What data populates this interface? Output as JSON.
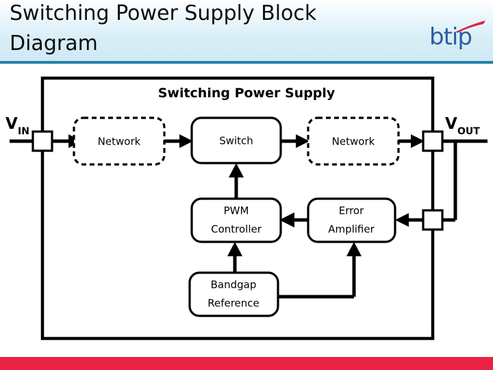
{
  "header": {
    "title": "Switching Power Supply Block Diagram",
    "rule_color": "#2480a8"
  },
  "logo": {
    "text": "btip",
    "text_color": "#2a5f9e",
    "swoosh_color": "#d32a45",
    "swoosh_icon": "swoosh-icon"
  },
  "footer": {
    "bar_color": "#ea2245"
  },
  "diagram": {
    "title": "Switching Power Supply",
    "rails": {
      "input_label": "V",
      "input_sub": "IN",
      "output_label": "V",
      "output_sub": "OUT"
    },
    "blocks": [
      {
        "id": "input-network",
        "label": "Network",
        "style": "dashed"
      },
      {
        "id": "switch",
        "label": "Switch",
        "style": "solid"
      },
      {
        "id": "output-network",
        "label": "Network",
        "style": "dashed"
      },
      {
        "id": "pwm-controller",
        "label_line1": "PWM",
        "label_line2": "Controller",
        "style": "solid"
      },
      {
        "id": "error-amplifier",
        "label_line1": "Error",
        "label_line2": "Amplifier",
        "style": "solid"
      },
      {
        "id": "bandgap-reference",
        "label_line1": "Bandgap",
        "label_line2": "Reference",
        "style": "solid"
      }
    ],
    "colors": {
      "line": "#000000",
      "block_fill": "#ffffff"
    }
  }
}
